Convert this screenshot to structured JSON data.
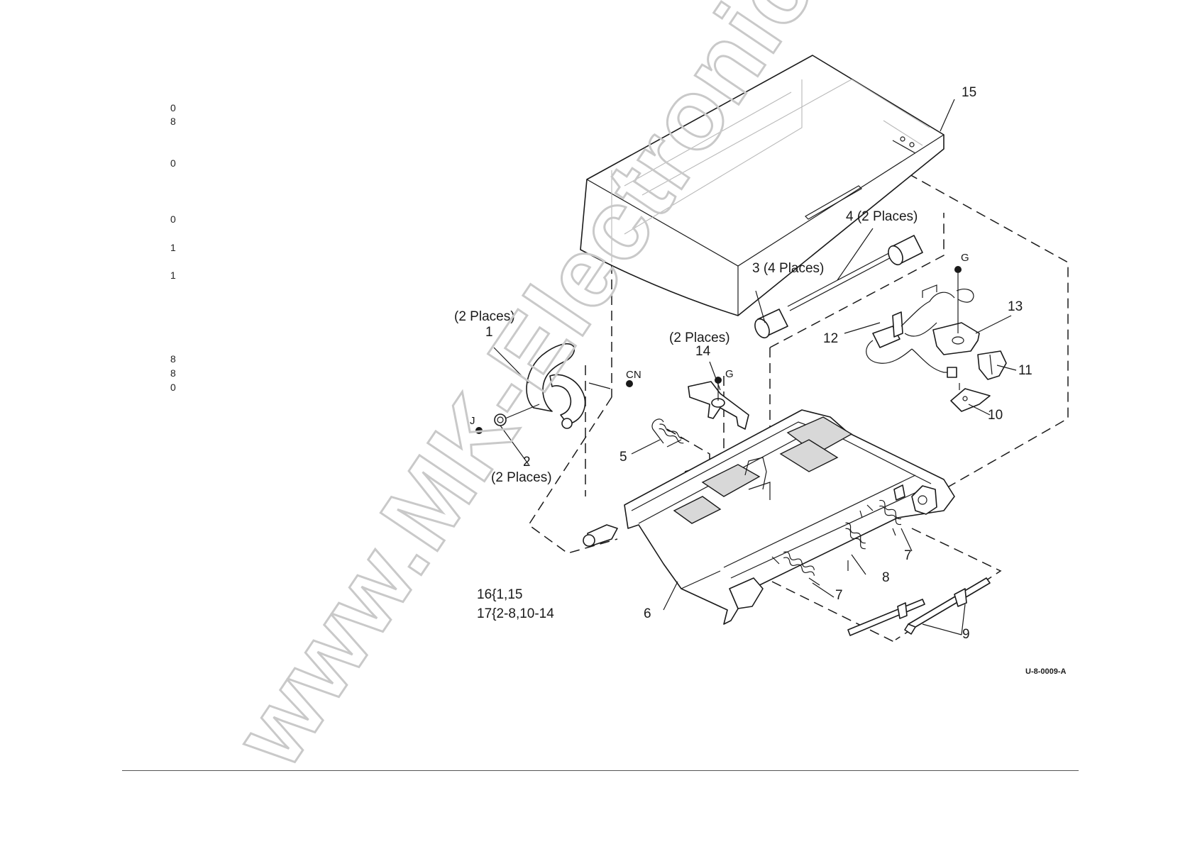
{
  "margin_numbers": [
    "0",
    "8",
    "0",
    "0",
    "1",
    "1",
    "8",
    "8",
    "0"
  ],
  "callouts": {
    "c1": "1",
    "c1_note": "(2 Places)",
    "c2": "2",
    "c2_note": "(2 Places)",
    "c3": "3 (4 Places)",
    "c4": "4 (2 Places)",
    "c5": "5",
    "c6": "6",
    "c7a": "7",
    "c7b": "7",
    "c8": "8",
    "c9": "9",
    "c10": "10",
    "c11": "11",
    "c12": "12",
    "c13": "13",
    "c14": "14",
    "c14_note": "(2 Places)",
    "c15": "15"
  },
  "fasteners": {
    "j": "J",
    "cn": "CN",
    "g1": "G",
    "g2": "G"
  },
  "kits": [
    "16{1,15",
    "17{2-8,10-14"
  ],
  "figure_ref": "U-8-0009-A",
  "watermark": "www.MK-Electronic.de"
}
